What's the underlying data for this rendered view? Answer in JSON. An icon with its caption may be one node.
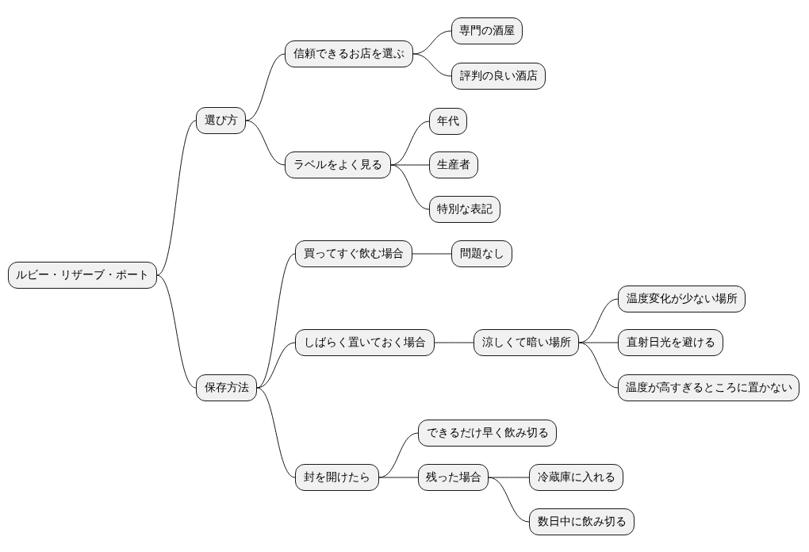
{
  "diagram": {
    "nodes": [
      {
        "text": [
          "ルビー・リザーブ・ポート"
        ]
      },
      {
        "text": [
          "選び方"
        ]
      },
      {
        "text": [
          "信頼できるお店を選ぶ"
        ]
      },
      {
        "text": [
          "専門の酒屋"
        ]
      },
      {
        "text": [
          "評判の良い酒店"
        ]
      },
      {
        "text": [
          "ラベルをよく見る"
        ]
      },
      {
        "text": [
          "年代"
        ]
      },
      {
        "text": [
          "生産者"
        ]
      },
      {
        "text": [
          "特別な表記"
        ]
      },
      {
        "text": [
          "保存方法"
        ]
      },
      {
        "text": [
          "買ってすぐ飲む場合"
        ]
      },
      {
        "text": [
          "問題なし"
        ]
      },
      {
        "text": [
          "しばらく置いておく場合"
        ]
      },
      {
        "text": [
          "涼しくて暗い場所"
        ]
      },
      {
        "text": [
          "温度変化が少ない場所"
        ]
      },
      {
        "text": [
          "直射日光を避ける"
        ]
      },
      {
        "text": [
          "温度が高すぎるところに置かない"
        ]
      },
      {
        "text": [
          "封を開けたら"
        ]
      },
      {
        "text": [
          "できるだけ早く飲み切る"
        ]
      },
      {
        "text": [
          "残った場合"
        ]
      },
      {
        "text": [
          "冷蔵庫に入れる"
        ]
      },
      {
        "text": [
          "数日中に飲み切る"
        ]
      }
    ],
    "edges": [
      {
        "from": 0,
        "to": 1,
        "arrow": "none"
      },
      {
        "from": 1,
        "to": 2,
        "arrow": "none"
      },
      {
        "from": 2,
        "to": 3,
        "arrow": "none"
      },
      {
        "from": 2,
        "to": 4,
        "arrow": "none"
      },
      {
        "from": 1,
        "to": 5,
        "arrow": "none"
      },
      {
        "from": 5,
        "to": 6,
        "arrow": "none"
      },
      {
        "from": 5,
        "to": 7,
        "arrow": "none"
      },
      {
        "from": 5,
        "to": 8,
        "arrow": "none"
      },
      {
        "from": 0,
        "to": 9,
        "arrow": "none"
      },
      {
        "from": 9,
        "to": 10,
        "arrow": "none"
      },
      {
        "from": 10,
        "to": 11,
        "arrow": "none"
      },
      {
        "from": 9,
        "to": 12,
        "arrow": "none"
      },
      {
        "from": 12,
        "to": 13,
        "arrow": "none"
      },
      {
        "from": 13,
        "to": 14,
        "arrow": "none"
      },
      {
        "from": 13,
        "to": 15,
        "arrow": "none"
      },
      {
        "from": 13,
        "to": 16,
        "arrow": "none"
      },
      {
        "from": 9,
        "to": 17,
        "arrow": "none"
      },
      {
        "from": 17,
        "to": 18,
        "arrow": "none"
      },
      {
        "from": 17,
        "to": 19,
        "arrow": "none"
      },
      {
        "from": 19,
        "to": 20,
        "arrow": "none"
      },
      {
        "from": 19,
        "to": 21,
        "arrow": "none"
      }
    ]
  }
}
